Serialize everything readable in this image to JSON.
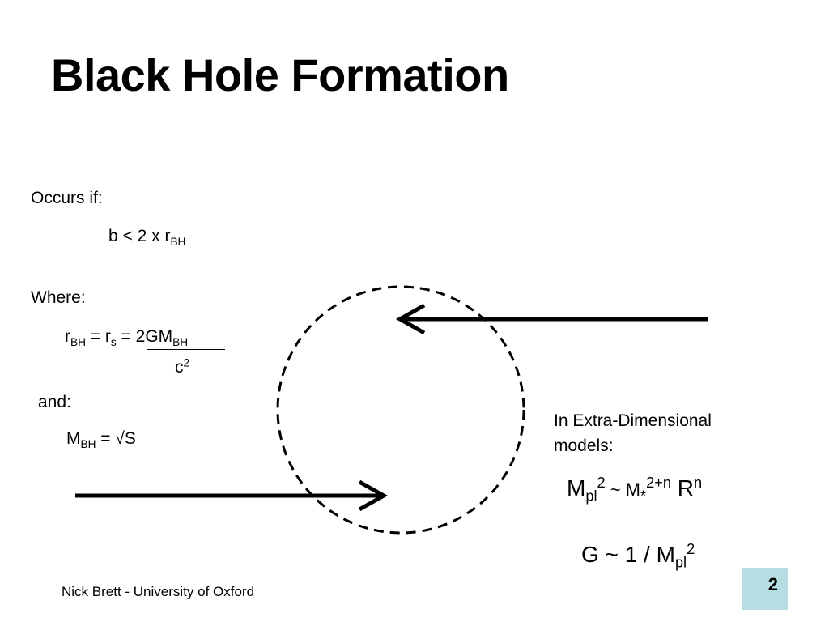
{
  "slide": {
    "title": "Black Hole Formation",
    "occurs_label": "Occurs if:",
    "condition": {
      "lhs": "b < 2 x r",
      "sub": "BH"
    },
    "where_label": "Where:",
    "radius_eq": {
      "r": "r",
      "r_sub": "BH",
      "eq1": " = r",
      "rs_sub": "s",
      "eq2": " = ",
      "numerator": "2GM",
      "num_sub": "BH",
      "denominator": "c",
      "den_sup": "2"
    },
    "and_label": "and:",
    "mass_eq": {
      "m": "M",
      "m_sub": "BH",
      "rest": " = √S"
    },
    "extra_dim_label_line1": "In Extra-Dimensional",
    "extra_dim_label_line2": "models:",
    "planck_eq": {
      "m": "M",
      "m_sub": "pl",
      "m_sup": "2",
      "tilde": " ~ M",
      "star_sub": "*",
      "star_sup": "2+n",
      "r": " R",
      "r_sup": "n"
    },
    "g_eq": {
      "lhs": "G ~ 1 / M",
      "sub": "pl",
      "sup": "2"
    },
    "footer": "Nick Brett - University of Oxford",
    "page_number": "2"
  },
  "colors": {
    "page_box": "#b6dde2"
  }
}
